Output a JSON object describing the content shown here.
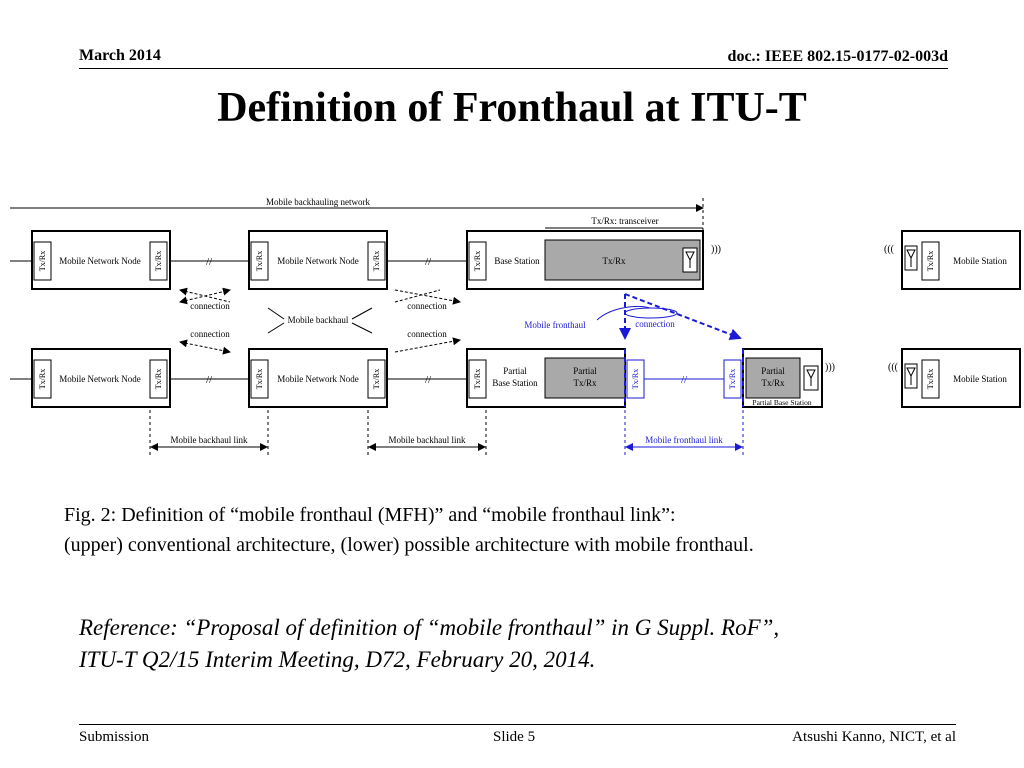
{
  "header": {
    "date": "March 2014",
    "doc_id": "doc.: IEEE 802.15-0177-02-003d"
  },
  "title": "Definition of Fronthaul at ITU-T",
  "diagram": {
    "mobile_backhauling_network": "Mobile backhauling network",
    "txrx_legend": "Tx/Rx: transceiver",
    "txrx": "Tx/Rx",
    "mobile_network_node": "Mobile Network Node",
    "base_station": "Base Station",
    "mobile_station": "Mobile Station",
    "connection": "connection",
    "mobile_backhaul": "Mobile backhaul",
    "mobile_fronthaul": "Mobile fronthaul",
    "partial_base_station_line1": "Partial",
    "partial_base_station_line2": "Base Station",
    "partial_txrx_line1": "Partial",
    "partial_txrx_line2": "Tx/Rx",
    "partial_base_station_label": "Partial Base Station",
    "link_break": "//",
    "mobile_backhaul_link": "Mobile backhaul link",
    "mobile_fronthaul_link": "Mobile fronthaul link",
    "colors": {
      "fronthaul_blue": "#1a1ad6",
      "shade_gray": "#a9a9a9"
    }
  },
  "caption": {
    "line1": "Fig. 2: Definition of “mobile fronthaul (MFH)” and “mobile fronthaul link”:",
    "line2": "(upper) conventional architecture, (lower) possible architecture with mobile fronthaul."
  },
  "reference": {
    "line1": "Reference: “Proposal of definition of “mobile fronthaul” in G Suppl. RoF”,",
    "line2": "ITU-T Q2/15 Interim Meeting, D72, February 20, 2014."
  },
  "footer": {
    "left": "Submission",
    "slide": "Slide 5",
    "author": "Atsushi Kanno, NICT, et al"
  }
}
